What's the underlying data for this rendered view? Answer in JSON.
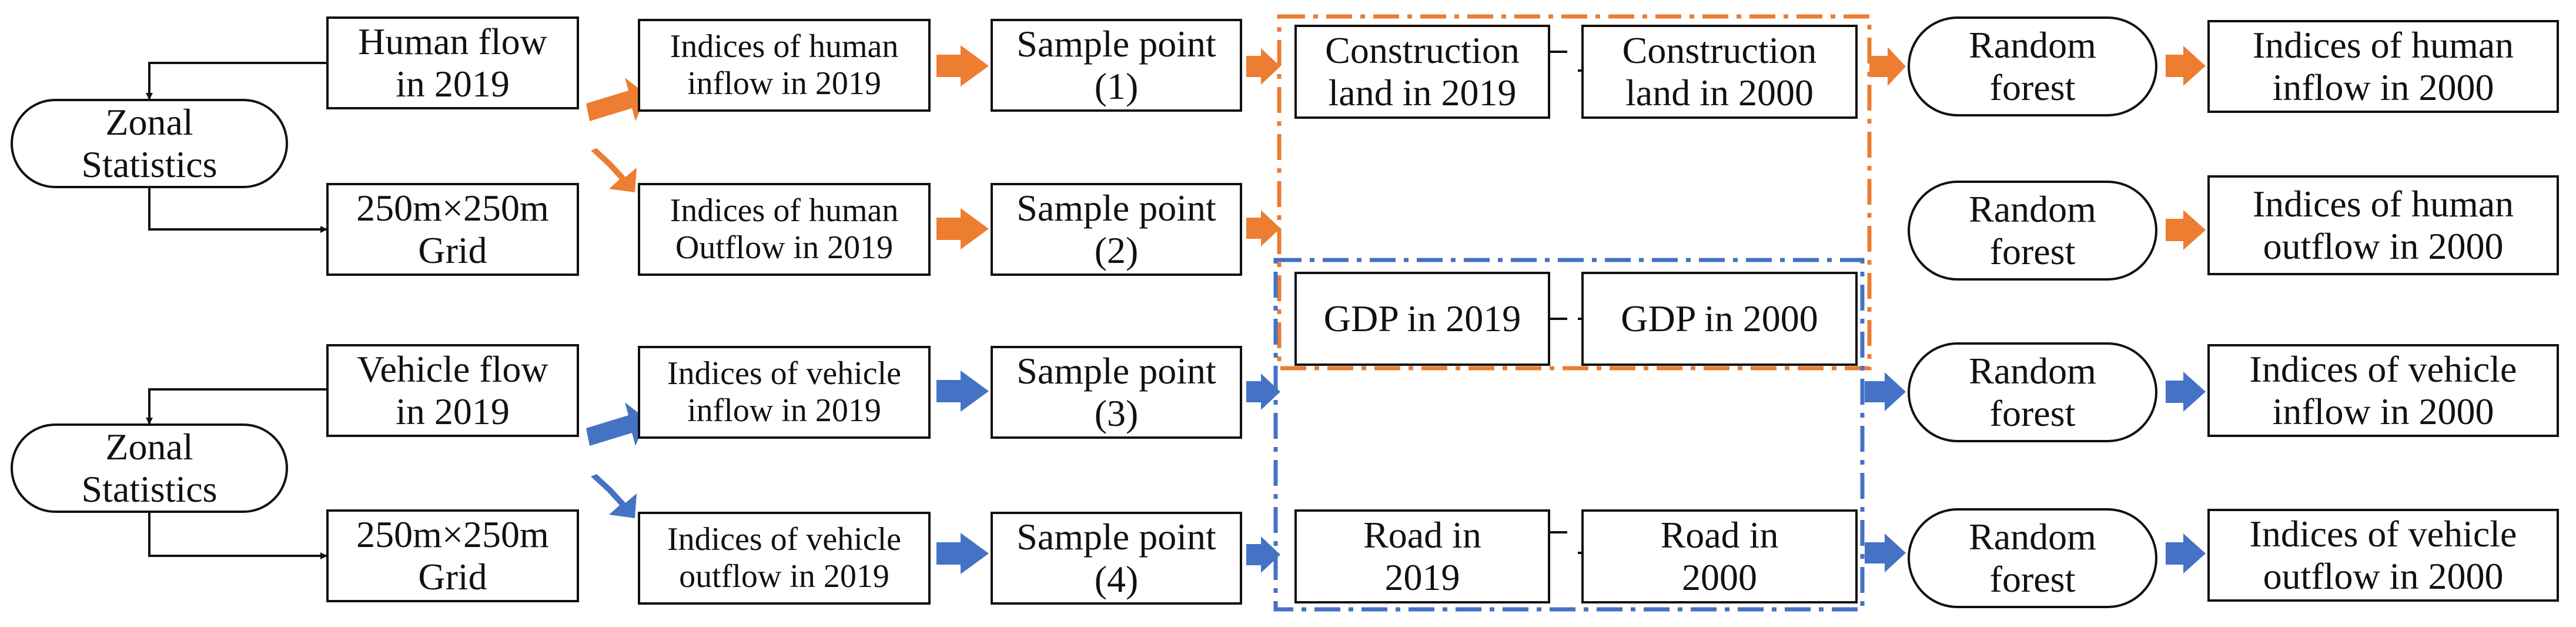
{
  "colors": {
    "human": "#ED7D31",
    "vehicle": "#4472C4",
    "line": "#111111"
  },
  "nodes": {
    "zonal_statistics_human": "Zonal\nStatistics",
    "zonal_statistics_vehicle": "Zonal\nStatistics",
    "human_flow_2019": "Human flow\nin 2019",
    "grid_human": "250m×250m\nGrid",
    "vehicle_flow_2019": "Vehicle flow\nin 2019",
    "grid_vehicle": "250m×250m\nGrid",
    "indices_human_inflow_2019": "Indices of human\ninflow in 2019",
    "indices_human_outflow_2019": "Indices of human\nOutflow in 2019",
    "indices_vehicle_inflow_2019": "Indices of vehicle\ninflow in 2019",
    "indices_vehicle_outflow_2019": "Indices of vehicle\noutflow in 2019",
    "sample_point_1": "Sample point\n(1)",
    "sample_point_2": "Sample point\n(2)",
    "sample_point_3": "Sample point\n(3)",
    "sample_point_4": "Sample point\n(4)",
    "construction_land_2019": "Construction\nland in 2019",
    "construction_land_2000": "Construction\nland in 2000",
    "gdp_2019": "GDP in 2019",
    "gdp_2000": "GDP in 2000",
    "road_2019": "Road in\n2019",
    "road_2000": "Road in\n2000",
    "random_forest_1": "Random\nforest",
    "random_forest_2": "Random\nforest",
    "random_forest_3": "Random\nforest",
    "random_forest_4": "Random\nforest",
    "indices_human_inflow_2000": "Indices of human\ninflow in 2000",
    "indices_human_outflow_2000": "Indices of human\noutflow in 2000",
    "indices_vehicle_inflow_2000": "Indices of vehicle\ninflow in 2000",
    "indices_vehicle_outflow_2000": "Indices of vehicle\noutflow in 2000"
  }
}
